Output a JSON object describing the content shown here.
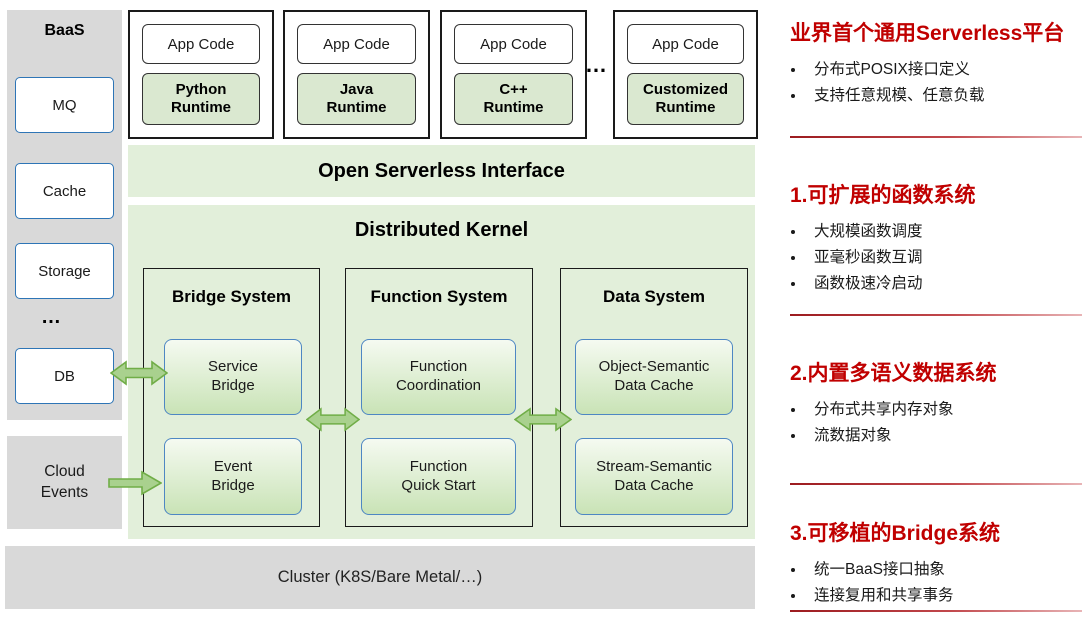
{
  "baas": {
    "title": "BaaS",
    "services": [
      "MQ",
      "Cache",
      "Storage",
      "DB"
    ],
    "ellipsis": "…"
  },
  "cloud_events": {
    "label": "Cloud\nEvents"
  },
  "runtimes": {
    "app_code_label": "App Code",
    "ellipsis": "…",
    "containers": [
      {
        "name": "Python\nRuntime"
      },
      {
        "name": "Java\nRuntime"
      },
      {
        "name": "C++\nRuntime"
      },
      {
        "name": "Customized\nRuntime"
      }
    ]
  },
  "interface_band": {
    "title": "Open Serverless Interface"
  },
  "kernel": {
    "title": "Distributed Kernel",
    "systems": [
      {
        "title": "Bridge System",
        "modules": [
          "Service\nBridge",
          "Event\nBridge"
        ]
      },
      {
        "title": "Function System",
        "modules": [
          "Function\nCoordination",
          "Function\nQuick Start"
        ]
      },
      {
        "title": "Data System",
        "modules": [
          "Object-Semantic\nData Cache",
          "Stream-Semantic\nData Cache"
        ]
      }
    ]
  },
  "cluster": {
    "label": "Cluster (K8S/Bare Metal/…)"
  },
  "features": {
    "sections": [
      {
        "heading": "业界首个通用Serverless平台",
        "bullets": [
          "分布式POSIX接口定义",
          "支持任意规模、任意负载"
        ]
      },
      {
        "heading": "1.可扩展的函数系统",
        "bullets": [
          "大规模函数调度",
          "亚毫秒函数互调",
          "函数极速冷启动"
        ]
      },
      {
        "heading": "2.内置多语义数据系统",
        "bullets": [
          "分布式共享内存对象",
          "流数据对象"
        ]
      },
      {
        "heading": "3.可移植的Bridge系统",
        "bullets": [
          "统一BaaS接口抽象",
          "连接复用和共享事务"
        ]
      }
    ]
  },
  "colors": {
    "band_green": "#e2efda",
    "runtime_green": "#dae8d0",
    "panel_gray": "#d9d9d9",
    "arrow_fill": "#a9d18e",
    "arrow_stroke": "#70ad47",
    "module_border_blue": "#4e87c3",
    "service_border_blue": "#2e75b6",
    "heading_red": "#c00000"
  }
}
